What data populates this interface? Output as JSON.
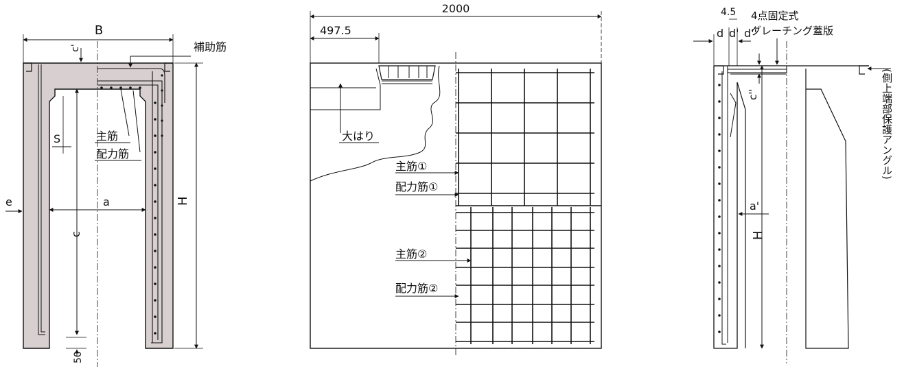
{
  "left": {
    "dim_B": "B",
    "dim_c_prime": "c'",
    "hojo": "補助筋",
    "shukin": "主筋",
    "hairyoku": "配力筋",
    "dim_S": "S",
    "dim_e": "e",
    "dim_a": "a",
    "dim_c": "c",
    "dim_H": "H",
    "dim_50": "50"
  },
  "middle": {
    "dim_2000": "2000",
    "dim_497_5": "497.5",
    "ohari": "大はり",
    "shukin1": "主筋①",
    "hairyoku1": "配力筋①",
    "shukin2": "主筋②",
    "hairyoku2": "配力筋②"
  },
  "right": {
    "dim_4_5": "4.5",
    "cover_line1": "4点固定式",
    "cover_line2": "グレーチング蓋版",
    "dim_d": "d",
    "dim_d_prime": "d'",
    "dim_d_dprime": "d''",
    "dim_c_dprime": "c''",
    "dim_a_prime": "a'",
    "dim_H": "H",
    "angle_label": "(側上端部保護アングル)"
  },
  "colors": {
    "concrete": "#d8d0d0",
    "line": "#111111"
  }
}
